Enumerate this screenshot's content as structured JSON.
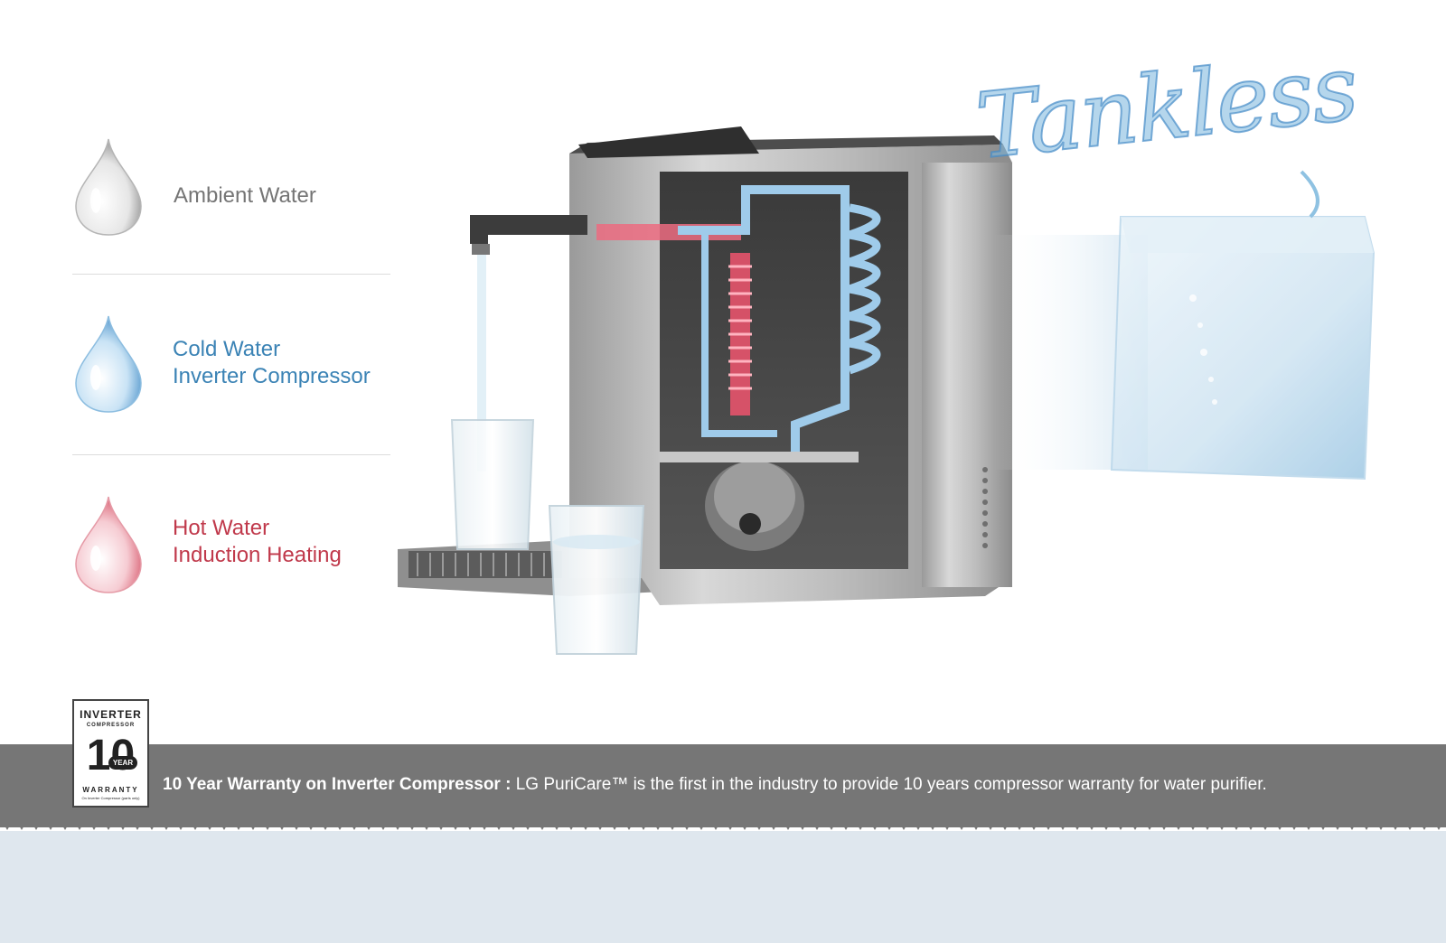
{
  "features": [
    {
      "label_lines": [
        "Ambient Water"
      ],
      "color": "#757575",
      "icon": "ambient-water-drop-icon"
    },
    {
      "label_lines": [
        "Cold Water",
        "Inverter Compressor"
      ],
      "color": "#3b83b5",
      "icon": "cold-water-drop-icon"
    },
    {
      "label_lines": [
        "Hot Water",
        "Induction Heating"
      ],
      "color": "#c0394b",
      "icon": "hot-water-drop-icon"
    }
  ],
  "tankless_text": "Tankless",
  "badge": {
    "line1": "INVERTER",
    "line2": "COMPRESSOR",
    "number": "10",
    "unit": "YEAR",
    "line3": "WARRANTY",
    "fineprint": "On Inverter Compressor (parts only)"
  },
  "warranty": {
    "title": "10 Year Warranty on Inverter Compressor :",
    "body": " LG PuriCare™ is the first in the industry to provide 10 years compressor warranty for water purifier."
  },
  "colors": {
    "band": "#767676",
    "bottom": "#dfe7ee",
    "ambient": "#757575",
    "cold": "#3b83b5",
    "hot": "#c0394b"
  }
}
